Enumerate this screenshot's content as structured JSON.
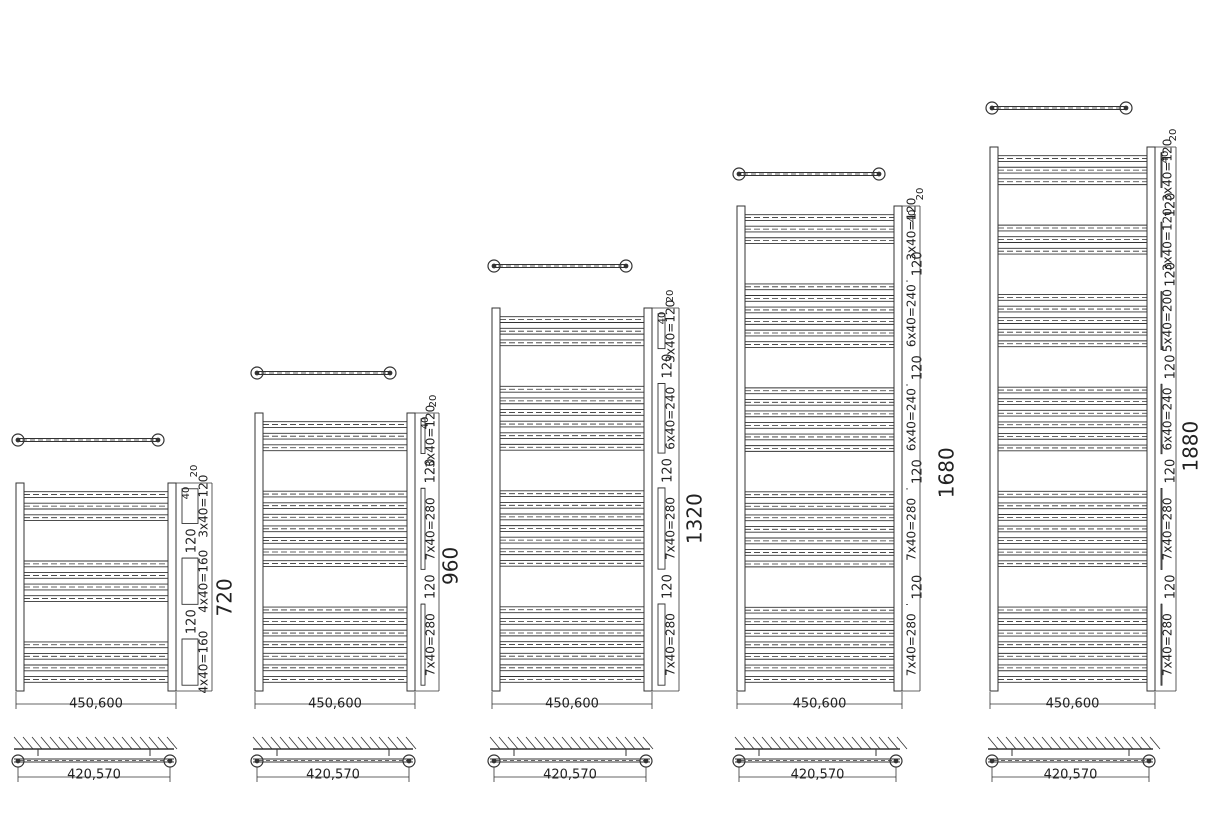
{
  "colors": {
    "ink": "#333333",
    "background": "#ffffff"
  },
  "radiators": [
    {
      "height_label": "720",
      "width_label": "450,600",
      "mount_label": "420,570",
      "top": [
        {
          "label": "20"
        },
        {
          "label": "40"
        }
      ],
      "groups": [
        {
          "bars": 3,
          "label": "3x40=120",
          "gap": "120"
        },
        {
          "bars": 4,
          "label": "4x40=160",
          "gap": "120"
        },
        {
          "bars": 4,
          "label": "4x40=160"
        }
      ]
    },
    {
      "height_label": "960",
      "width_label": "450,600",
      "mount_label": "420,570",
      "top": [
        {
          "label": "20"
        },
        {
          "label": "40"
        }
      ],
      "groups": [
        {
          "bars": 3,
          "label": "3x40=120",
          "gap": "120"
        },
        {
          "bars": 7,
          "label": "7x40=280",
          "gap": "120"
        },
        {
          "bars": 7,
          "label": "7x40=280"
        }
      ]
    },
    {
      "height_label": "1320",
      "width_label": "450,600",
      "mount_label": "420,570",
      "top": [
        {
          "label": "20"
        },
        {
          "label": "40"
        }
      ],
      "groups": [
        {
          "bars": 3,
          "label": "3x40=120",
          "gap": "120"
        },
        {
          "bars": 6,
          "label": "6x40=240",
          "gap": "120"
        },
        {
          "bars": 7,
          "label": "7x40=280",
          "gap": "120"
        },
        {
          "bars": 7,
          "label": "7x40=280"
        }
      ]
    },
    {
      "height_label": "1680",
      "width_label": "450,600",
      "mount_label": "420,570",
      "top": [
        {
          "label": "20"
        },
        {
          "label": "40"
        }
      ],
      "groups": [
        {
          "bars": 3,
          "label": "3x40=120",
          "gap": "120"
        },
        {
          "bars": 6,
          "label": "6x40=240",
          "gap": "120"
        },
        {
          "bars": 6,
          "label": "6x40=240",
          "gap": "120"
        },
        {
          "bars": 7,
          "label": "7x40=280",
          "gap": "120"
        },
        {
          "bars": 7,
          "label": "7x40=280"
        }
      ]
    },
    {
      "height_label": "1880",
      "width_label": "450,600",
      "mount_label": "420,570",
      "top": [
        {
          "label": "20"
        },
        {
          "label": "40"
        }
      ],
      "groups": [
        {
          "bars": 3,
          "label": "3x40=120",
          "gap": "120"
        },
        {
          "bars": 3,
          "label": "3x40=120",
          "gap": "120"
        },
        {
          "bars": 5,
          "label": "5x40=200",
          "gap": "120"
        },
        {
          "bars": 6,
          "label": "6x40=240",
          "gap": "120"
        },
        {
          "bars": 7,
          "label": "7x40=280",
          "gap": "120"
        },
        {
          "bars": 7,
          "label": "7x40=280"
        }
      ]
    }
  ]
}
